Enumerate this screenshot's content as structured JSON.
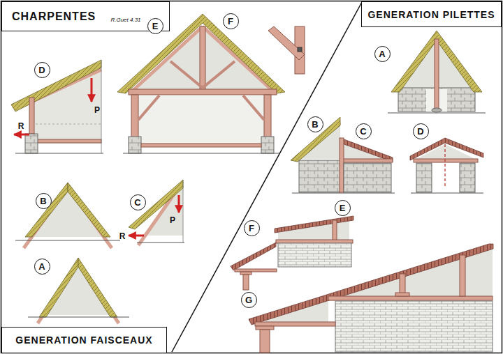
{
  "diagram": {
    "title": "CHARPENTES",
    "nodes": [
      {
        "text": [
          "D"
        ]
      },
      {
        "text": [
          "E"
        ]
      },
      {
        "text": [
          "F"
        ]
      },
      {
        "text": [
          "GENERATION PILETTES"
        ]
      },
      {
        "text": [
          "A"
        ]
      },
      {
        "text": [
          "B"
        ]
      },
      {
        "text": [
          "C"
        ]
      },
      {
        "text": [
          "D"
        ]
      },
      {
        "text": [
          "E"
        ]
      },
      {
        "text": [
          "F"
        ]
      },
      {
        "text": [
          "B"
        ]
      },
      {
        "text": [
          "C"
        ]
      },
      {
        "text": [
          "A"
        ]
      },
      {
        "text": [
          "G"
        ]
      },
      {
        "text": [
          "GENERATION FAISCEAUX"
        ]
      }
    ],
    "edges": [],
    "labels": [
      "R.Guet 4.31",
      "P",
      "R",
      "P",
      "R"
    ]
  }
}
